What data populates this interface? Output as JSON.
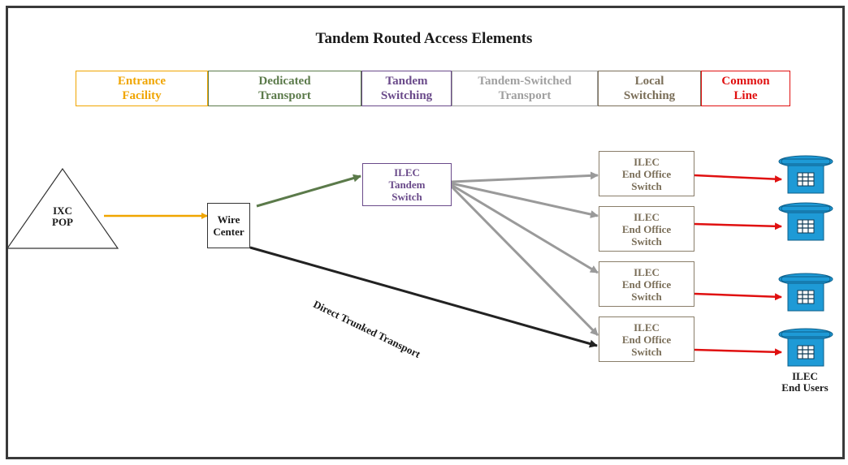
{
  "title": "Tandem Routed Access Elements",
  "categories": [
    {
      "line1": "Entrance",
      "line2": "Facility",
      "color": "#f0a500"
    },
    {
      "line1": "Dedicated",
      "line2": "Transport",
      "color": "#5b7a4a"
    },
    {
      "line1": "Tandem",
      "line2": "Switching",
      "color": "#6a4a8a"
    },
    {
      "line1": "Tandem-Switched",
      "line2": "Transport",
      "color": "#a0a0a0"
    },
    {
      "line1": "Local",
      "line2": "Switching",
      "color": "#7a6e58"
    },
    {
      "line1": "Common",
      "line2": "Line",
      "color": "#e01010"
    }
  ],
  "ixc_pop": {
    "line1": "IXC",
    "line2": "POP"
  },
  "wire_center": {
    "line1": "Wire",
    "line2": "Center"
  },
  "tandem_switch": {
    "line1": "ILEC",
    "line2": "Tandem",
    "line3": "Switch"
  },
  "end_offices": [
    {
      "line1": "ILEC",
      "line2": "End Office",
      "line3": "Switch"
    },
    {
      "line1": "ILEC",
      "line2": "End Office",
      "line3": "Switch"
    },
    {
      "line1": "ILEC",
      "line2": "End Office",
      "line3": "Switch"
    },
    {
      "line1": "ILEC",
      "line2": "End Office",
      "line3": "Switch"
    }
  ],
  "direct_trunked_label": "Direct Trunked Transport",
  "end_users_label": {
    "line1": "ILEC",
    "line2": "End Users"
  },
  "colors": {
    "entrance": "#f0a500",
    "dedicated": "#5b7a4a",
    "tandem": "#6a4a8a",
    "tandem_switched": "#9a9a9a",
    "local": "#7a6e58",
    "common_line": "#e01010",
    "direct": "#222222",
    "phone": "#1e9ad6"
  },
  "icons": [
    "telephone-icon"
  ]
}
